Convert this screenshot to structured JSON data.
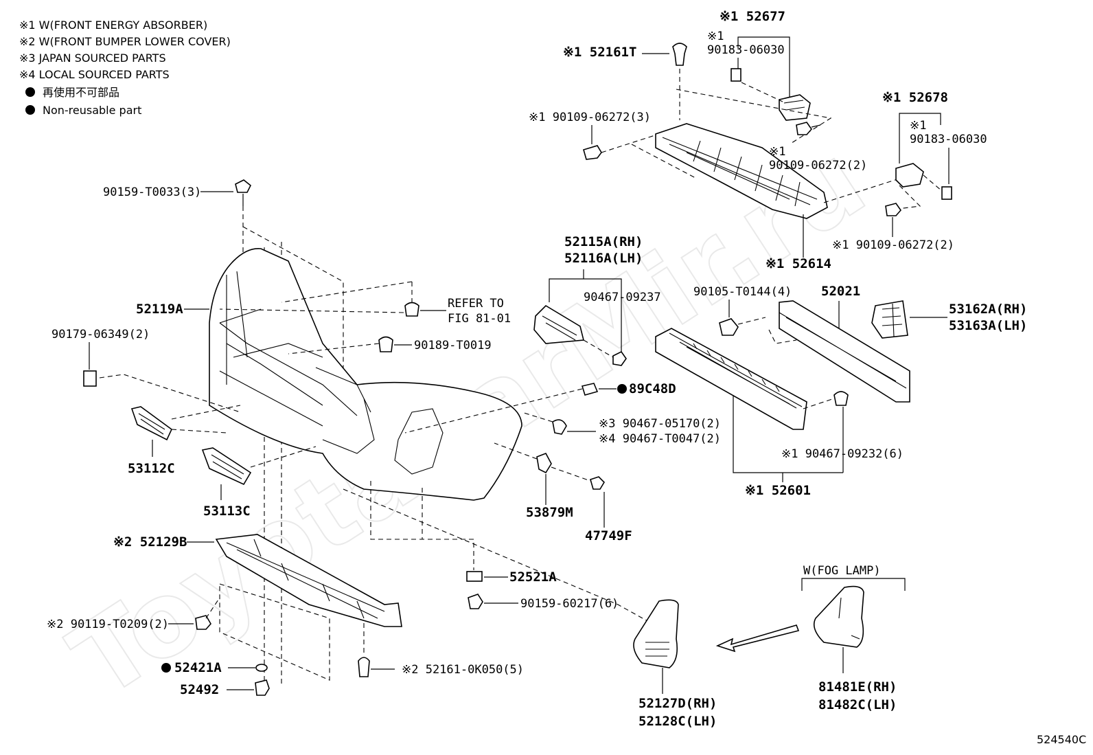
{
  "diagram_id": "524540C",
  "watermark": "ToyotaCarMir.ru",
  "legend": {
    "notes": [
      "※1 W(FRONT ENERGY ABSORBER)",
      "※2 W(FRONT BUMPER LOWER COVER)",
      "※3 JAPAN SOURCED PARTS",
      "※4 LOCAL SOURCED PARTS"
    ],
    "non_reusable_jp": "再使用不可部品",
    "non_reusable_en": "Non-reusable part"
  },
  "labels": {
    "p52677": "※1 52677",
    "p90183a_mark": "※1",
    "p90183a": "90183-06030",
    "p52161T": "※1 52161T",
    "p90109_top": "※1 90109-06272(3)",
    "p90109_mid_mark": "※1",
    "p90109_mid": "90109-06272(2)",
    "p52678": "※1 52678",
    "p90183b_mark": "※1",
    "p90183b": "90183-06030",
    "p90109_low": "※1 90109-06272(2)",
    "p52614": "※1 52614",
    "p90159T": "90159-T0033(3)",
    "p52119A": "52119A",
    "refer1": "REFER TO",
    "refer2": "FIG 81-01",
    "p90189": "90189-T0019",
    "p90179": "90179-06349(2)",
    "p52115A": "52115A(RH)",
    "p52116A": "52116A(LH)",
    "p90467_237": "90467-09237",
    "p90105": "90105-T0144(4)",
    "p52021": "52021",
    "p53162A": "53162A(RH)",
    "p53163A": "53163A(LH)",
    "p89C48D": "89C48D",
    "p90467_05170": "※3 90467-05170(2)",
    "p90467_T0047": "※4 90467-T0047(2)",
    "p90467_232": "※1 90467-09232(6)",
    "p53112C": "53112C",
    "p53113C": "53113C",
    "p53879M": "53879M",
    "p47749F": "47749F",
    "p52601": "※1 52601",
    "p52129B": "※2 52129B",
    "p52521A": "52521A",
    "p90159_60217": "90159-60217(6)",
    "fog_lamp": "W(FOG LAMP)",
    "p90119": "※2 90119-T0209(2)",
    "p52421A": "52421A",
    "p52161_0K": "※2 52161-0K050(5)",
    "p52492": "52492",
    "p52127D": "52127D(RH)",
    "p52128C": "52128C(LH)",
    "p81481E": "81481E(RH)",
    "p81482C": "81482C(LH)"
  }
}
